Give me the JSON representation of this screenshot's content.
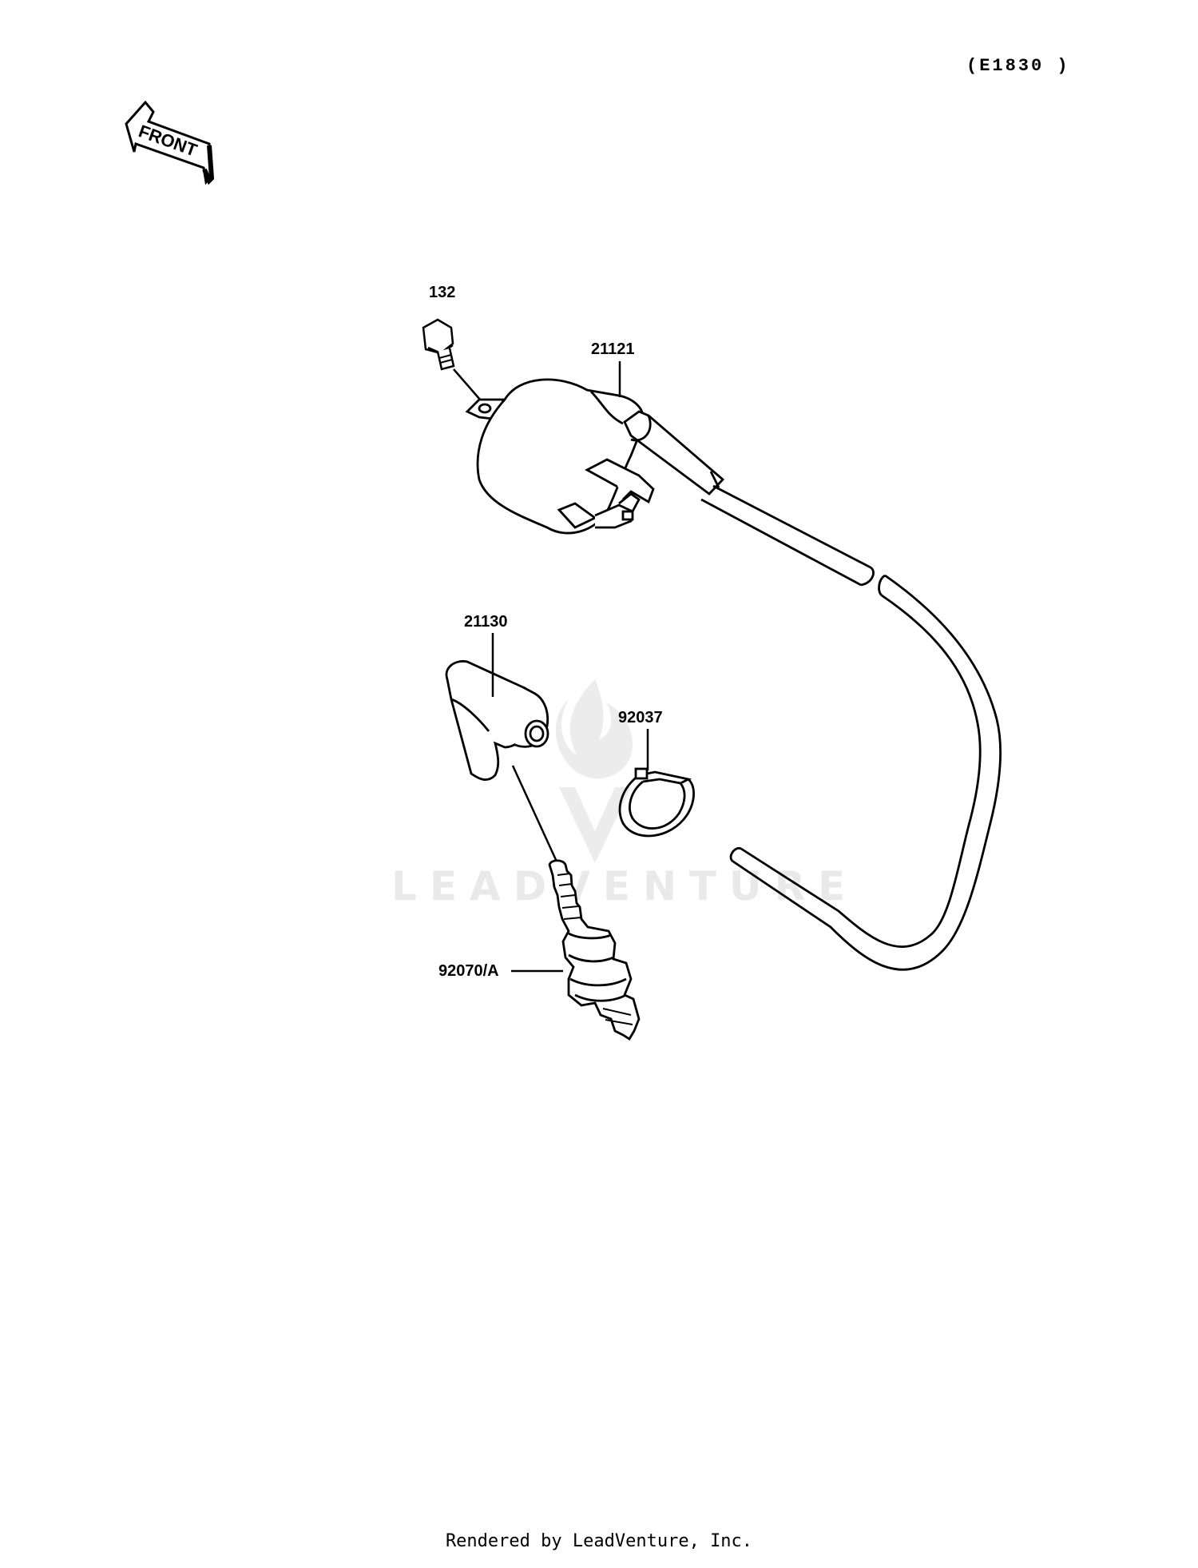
{
  "diagram": {
    "code": "(E1830 )",
    "front_arrow_label": "FRONT",
    "watermark": "LEADVENTURE",
    "parts": [
      {
        "number": "132",
        "name": "bolt"
      },
      {
        "number": "21121",
        "name": "ignition-coil"
      },
      {
        "number": "21130",
        "name": "spark-plug-cap"
      },
      {
        "number": "92037",
        "name": "clamp"
      },
      {
        "number": "92070/A",
        "name": "spark-plug"
      }
    ]
  },
  "footer": {
    "text": "Rendered by LeadVenture, Inc."
  },
  "colors": {
    "line": "#000000",
    "background": "#ffffff",
    "watermark": "#e9e9e9"
  }
}
